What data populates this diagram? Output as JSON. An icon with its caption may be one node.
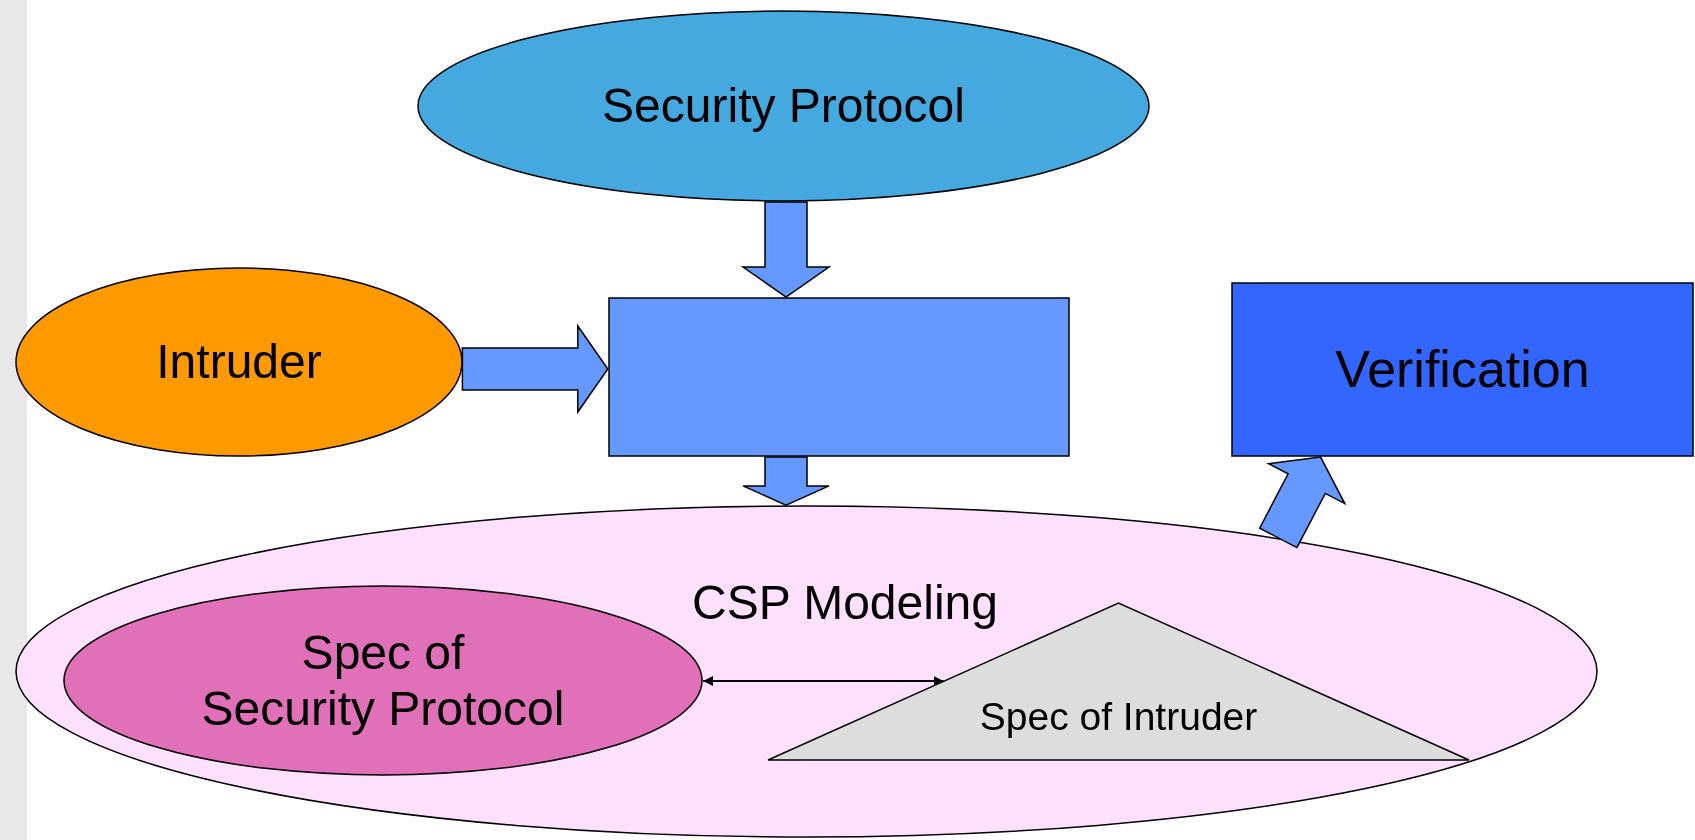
{
  "diagram": {
    "nodes": [
      {
        "text": [
          "Security Protocol"
        ]
      },
      {
        "text": [
          "Intruder"
        ]
      },
      {
        "text": [],
        "shape": "box"
      },
      {
        "text": [
          "Verification"
        ]
      },
      {
        "text": [
          "CSP Modeling"
        ]
      },
      {
        "text": [
          "Spec of Security Protocol"
        ],
        "in": 4
      },
      {
        "text": [
          "Spec of Intruder"
        ],
        "in": 4
      }
    ],
    "edges": [
      {
        "from": 0,
        "to": 2,
        "arrow": "to",
        "style": "thick"
      },
      {
        "from": 1,
        "to": 2,
        "arrow": "to",
        "style": "thick"
      },
      {
        "from": 2,
        "to": 4,
        "arrow": "to",
        "style": "thick"
      },
      {
        "from": 4,
        "to": 3,
        "arrow": "to",
        "style": "thick"
      },
      {
        "from": 5,
        "to": 6,
        "arrow": "both"
      }
    ]
  }
}
